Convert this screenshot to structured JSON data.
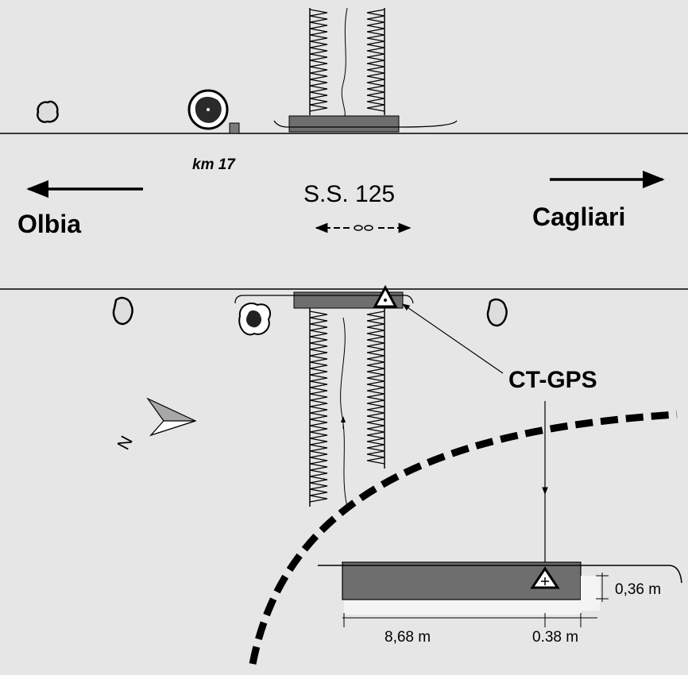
{
  "road": {
    "kilometer_marker": "km 17",
    "name": "S.S. 125",
    "destination_left": "Olbia",
    "destination_right": "Cagliari"
  },
  "station": {
    "label": "CT-GPS"
  },
  "detail": {
    "width_label": "8,68 m",
    "offset_label": "0.38 m",
    "depth_label": "0,36 m"
  },
  "north_arrow": {
    "letter": "N"
  },
  "colors": {
    "background": "#e6e6e6",
    "ink": "#000000",
    "slab_fill": "#6e6e6e",
    "light_fill": "#f4f4f4"
  }
}
